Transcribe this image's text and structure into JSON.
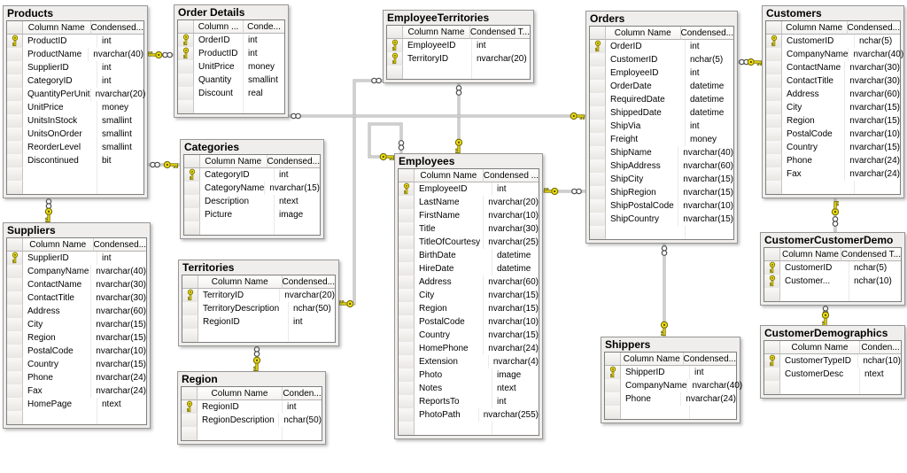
{
  "app": {
    "view": "database-diagram",
    "background": "#ffffff"
  },
  "diagram": {
    "colors": {
      "key_fill": "#f2e016",
      "key_stroke": "#716c00",
      "line": "#a8a8a8",
      "frame": "#f0eeec",
      "frame_border": "#979797",
      "grid_border": "#7e7e7e",
      "selector_fill": "#efedea"
    },
    "icons": {
      "primary_key_icon": "yellow-key",
      "many_side_icon": "infinity-circles"
    },
    "tables": [
      {
        "name": "Products",
        "col_header": "Column Name",
        "type_header": "Condensed...",
        "empty_rows": 2,
        "columns": [
          {
            "name": "ProductID",
            "type": "int",
            "pk": true
          },
          {
            "name": "ProductName",
            "type": "nvarchar(40)",
            "pk": false
          },
          {
            "name": "SupplierID",
            "type": "int",
            "pk": false
          },
          {
            "name": "CategoryID",
            "type": "int",
            "pk": false
          },
          {
            "name": "QuantityPerUnit",
            "type": "nvarchar(20)",
            "pk": false
          },
          {
            "name": "UnitPrice",
            "type": "money",
            "pk": false
          },
          {
            "name": "UnitsInStock",
            "type": "smallint",
            "pk": false
          },
          {
            "name": "UnitsOnOrder",
            "type": "smallint",
            "pk": false
          },
          {
            "name": "ReorderLevel",
            "type": "smallint",
            "pk": false
          },
          {
            "name": "Discontinued",
            "type": "bit",
            "pk": false
          }
        ]
      },
      {
        "name": "Order Details",
        "col_header": "Column ...",
        "type_header": "Conde...",
        "empty_rows": 1,
        "columns": [
          {
            "name": "OrderID",
            "type": "int",
            "pk": true
          },
          {
            "name": "ProductID",
            "type": "int",
            "pk": true
          },
          {
            "name": "UnitPrice",
            "type": "money",
            "pk": false
          },
          {
            "name": "Quantity",
            "type": "smallint",
            "pk": false
          },
          {
            "name": "Discount",
            "type": "real",
            "pk": false
          }
        ]
      },
      {
        "name": "Categories",
        "col_header": "Column Name",
        "type_header": "Condensed...",
        "empty_rows": 1,
        "columns": [
          {
            "name": "CategoryID",
            "type": "int",
            "pk": true
          },
          {
            "name": "CategoryName",
            "type": "nvarchar(15)",
            "pk": false
          },
          {
            "name": "Description",
            "type": "ntext",
            "pk": false
          },
          {
            "name": "Picture",
            "type": "image",
            "pk": false
          }
        ]
      },
      {
        "name": "Territories",
        "col_header": "Column Name",
        "type_header": "Condensed...",
        "empty_rows": 1,
        "columns": [
          {
            "name": "TerritoryID",
            "type": "nvarchar(20)",
            "pk": true
          },
          {
            "name": "TerritoryDescription",
            "type": "nchar(50)",
            "pk": false
          },
          {
            "name": "RegionID",
            "type": "int",
            "pk": false
          }
        ]
      },
      {
        "name": "Region",
        "col_header": "Column Name",
        "type_header": "Conden...",
        "empty_rows": 1,
        "columns": [
          {
            "name": "RegionID",
            "type": "int",
            "pk": true
          },
          {
            "name": "RegionDescription",
            "type": "nchar(50)",
            "pk": false
          }
        ]
      },
      {
        "name": "Suppliers",
        "col_header": "Column Name",
        "type_header": "Condensed...",
        "empty_rows": 1,
        "columns": [
          {
            "name": "SupplierID",
            "type": "int",
            "pk": true
          },
          {
            "name": "CompanyName",
            "type": "nvarchar(40)",
            "pk": false
          },
          {
            "name": "ContactName",
            "type": "nvarchar(30)",
            "pk": false
          },
          {
            "name": "ContactTitle",
            "type": "nvarchar(30)",
            "pk": false
          },
          {
            "name": "Address",
            "type": "nvarchar(60)",
            "pk": false
          },
          {
            "name": "City",
            "type": "nvarchar(15)",
            "pk": false
          },
          {
            "name": "Region",
            "type": "nvarchar(15)",
            "pk": false
          },
          {
            "name": "PostalCode",
            "type": "nvarchar(10)",
            "pk": false
          },
          {
            "name": "Country",
            "type": "nvarchar(15)",
            "pk": false
          },
          {
            "name": "Phone",
            "type": "nvarchar(24)",
            "pk": false
          },
          {
            "name": "Fax",
            "type": "nvarchar(24)",
            "pk": false
          },
          {
            "name": "HomePage",
            "type": "ntext",
            "pk": false
          }
        ]
      },
      {
        "name": "EmployeeTerritories",
        "col_header": "Column Name",
        "type_header": "Condensed T...",
        "empty_rows": 1,
        "columns": [
          {
            "name": "EmployeeID",
            "type": "int",
            "pk": true
          },
          {
            "name": "TerritoryID",
            "type": "nvarchar(20)",
            "pk": true
          }
        ]
      },
      {
        "name": "Employees",
        "col_header": "Column Name",
        "type_header": "Condensed ...",
        "empty_rows": 1,
        "columns": [
          {
            "name": "EmployeeID",
            "type": "int",
            "pk": true
          },
          {
            "name": "LastName",
            "type": "nvarchar(20)",
            "pk": false
          },
          {
            "name": "FirstName",
            "type": "nvarchar(10)",
            "pk": false
          },
          {
            "name": "Title",
            "type": "nvarchar(30)",
            "pk": false
          },
          {
            "name": "TitleOfCourtesy",
            "type": "nvarchar(25)",
            "pk": false
          },
          {
            "name": "BirthDate",
            "type": "datetime",
            "pk": false
          },
          {
            "name": "HireDate",
            "type": "datetime",
            "pk": false
          },
          {
            "name": "Address",
            "type": "nvarchar(60)",
            "pk": false
          },
          {
            "name": "City",
            "type": "nvarchar(15)",
            "pk": false
          },
          {
            "name": "Region",
            "type": "nvarchar(15)",
            "pk": false
          },
          {
            "name": "PostalCode",
            "type": "nvarchar(10)",
            "pk": false
          },
          {
            "name": "Country",
            "type": "nvarchar(15)",
            "pk": false
          },
          {
            "name": "HomePhone",
            "type": "nvarchar(24)",
            "pk": false
          },
          {
            "name": "Extension",
            "type": "nvarchar(4)",
            "pk": false
          },
          {
            "name": "Photo",
            "type": "image",
            "pk": false
          },
          {
            "name": "Notes",
            "type": "ntext",
            "pk": false
          },
          {
            "name": "ReportsTo",
            "type": "int",
            "pk": false
          },
          {
            "name": "PhotoPath",
            "type": "nvarchar(255)",
            "pk": false
          }
        ]
      },
      {
        "name": "Orders",
        "col_header": "Column Name",
        "type_header": "Condensed...",
        "empty_rows": 1,
        "columns": [
          {
            "name": "OrderID",
            "type": "int",
            "pk": true
          },
          {
            "name": "CustomerID",
            "type": "nchar(5)",
            "pk": false
          },
          {
            "name": "EmployeeID",
            "type": "int",
            "pk": false
          },
          {
            "name": "OrderDate",
            "type": "datetime",
            "pk": false
          },
          {
            "name": "RequiredDate",
            "type": "datetime",
            "pk": false
          },
          {
            "name": "ShippedDate",
            "type": "datetime",
            "pk": false
          },
          {
            "name": "ShipVia",
            "type": "int",
            "pk": false
          },
          {
            "name": "Freight",
            "type": "money",
            "pk": false
          },
          {
            "name": "ShipName",
            "type": "nvarchar(40)",
            "pk": false
          },
          {
            "name": "ShipAddress",
            "type": "nvarchar(60)",
            "pk": false
          },
          {
            "name": "ShipCity",
            "type": "nvarchar(15)",
            "pk": false
          },
          {
            "name": "ShipRegion",
            "type": "nvarchar(15)",
            "pk": false
          },
          {
            "name": "ShipPostalCode",
            "type": "nvarchar(10)",
            "pk": false
          },
          {
            "name": "ShipCountry",
            "type": "nvarchar(15)",
            "pk": false
          }
        ]
      },
      {
        "name": "Shippers",
        "col_header": "Column Name",
        "type_header": "Condensed...",
        "empty_rows": 1,
        "columns": [
          {
            "name": "ShipperID",
            "type": "int",
            "pk": true
          },
          {
            "name": "CompanyName",
            "type": "nvarchar(40)",
            "pk": false
          },
          {
            "name": "Phone",
            "type": "nvarchar(24)",
            "pk": false
          }
        ]
      },
      {
        "name": "Customers",
        "col_header": "Column Name",
        "type_header": "Condensed...",
        "empty_rows": 1,
        "columns": [
          {
            "name": "CustomerID",
            "type": "nchar(5)",
            "pk": true
          },
          {
            "name": "CompanyName",
            "type": "nvarchar(40)",
            "pk": false
          },
          {
            "name": "ContactName",
            "type": "nvarchar(30)",
            "pk": false
          },
          {
            "name": "ContactTitle",
            "type": "nvarchar(30)",
            "pk": false
          },
          {
            "name": "Address",
            "type": "nvarchar(60)",
            "pk": false
          },
          {
            "name": "City",
            "type": "nvarchar(15)",
            "pk": false
          },
          {
            "name": "Region",
            "type": "nvarchar(15)",
            "pk": false
          },
          {
            "name": "PostalCode",
            "type": "nvarchar(10)",
            "pk": false
          },
          {
            "name": "Country",
            "type": "nvarchar(15)",
            "pk": false
          },
          {
            "name": "Phone",
            "type": "nvarchar(24)",
            "pk": false
          },
          {
            "name": "Fax",
            "type": "nvarchar(24)",
            "pk": false
          }
        ]
      },
      {
        "name": "CustomerCustomerDemo",
        "col_header": "Column Name",
        "type_header": "Condensed T...",
        "empty_rows": 1,
        "columns": [
          {
            "name": "CustomerID",
            "type": "nchar(5)",
            "pk": true
          },
          {
            "name": "Customer...",
            "type": "nchar(10)",
            "pk": true
          }
        ]
      },
      {
        "name": "CustomerDemographics",
        "col_header": "Column Name",
        "type_header": "Conden...",
        "empty_rows": 1,
        "columns": [
          {
            "name": "CustomerTypeID",
            "type": "nchar(10)",
            "pk": true
          },
          {
            "name": "CustomerDesc",
            "type": "ntext",
            "pk": false
          }
        ]
      }
    ],
    "relationships": [
      {
        "pk_table": "Products",
        "fk_table": "Order Details"
      },
      {
        "pk_table": "Categories",
        "fk_table": "Products"
      },
      {
        "pk_table": "Suppliers",
        "fk_table": "Products"
      },
      {
        "pk_table": "Region",
        "fk_table": "Territories"
      },
      {
        "pk_table": "Territories",
        "fk_table": "EmployeeTerritories"
      },
      {
        "pk_table": "Employees",
        "fk_table": "EmployeeTerritories"
      },
      {
        "pk_table": "Employees",
        "fk_table": "Employees"
      },
      {
        "pk_table": "Orders",
        "fk_table": "Order Details"
      },
      {
        "pk_table": "Employees",
        "fk_table": "Orders"
      },
      {
        "pk_table": "Shippers",
        "fk_table": "Orders"
      },
      {
        "pk_table": "Customers",
        "fk_table": "Orders"
      },
      {
        "pk_table": "Customers",
        "fk_table": "CustomerCustomerDemo"
      },
      {
        "pk_table": "CustomerDemographics",
        "fk_table": "CustomerCustomerDemo"
      }
    ]
  }
}
